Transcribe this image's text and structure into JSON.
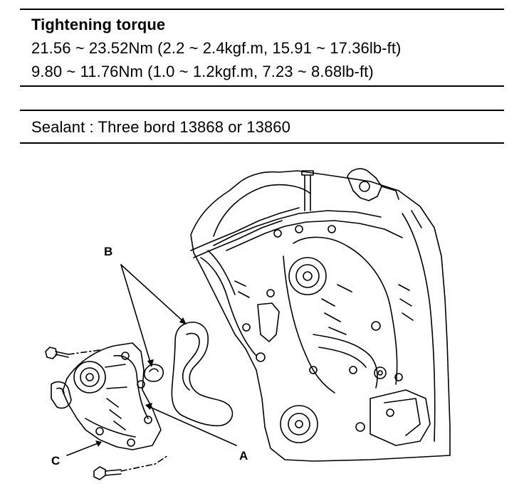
{
  "torque": {
    "heading": "Tightening torque",
    "line1": "21.56 ~ 23.52Nm (2.2 ~ 2.4kgf.m, 15.91 ~ 17.36lb-ft)",
    "line2": "9.80 ~ 11.76Nm (1.0 ~ 1.2kgf.m, 7.23 ~ 8.68lb-ft)"
  },
  "sealant": {
    "text": "Sealant :  Three bord 13868 or 13860"
  },
  "callouts": {
    "a": "A",
    "b": "B",
    "c": "C"
  }
}
